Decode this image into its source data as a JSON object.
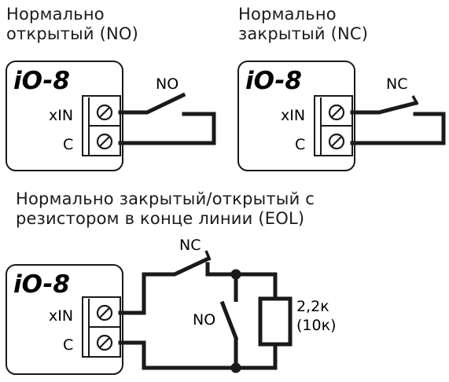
{
  "section_no": {
    "title_line1": "Нормально",
    "title_line2": "открытый (NO)",
    "model": "iO-8",
    "terminal_in": "xIN",
    "terminal_c": "C",
    "switch_label": "NO"
  },
  "section_nc": {
    "title_line1": "Нормально",
    "title_line2": "закрытый (NC)",
    "model": "iO-8",
    "terminal_in": "xIN",
    "terminal_c": "C",
    "switch_label": "NC"
  },
  "section_eol": {
    "title_line1": "Нормально закрытый/открытый с",
    "title_line2": "резистором в конце линии (EOL)",
    "model": "iO-8",
    "terminal_in": "xIN",
    "terminal_c": "C",
    "switch_nc_label": "NC",
    "switch_no_label": "NO",
    "resistor_value_line1": "2,2к",
    "resistor_value_line2": "(10к)"
  },
  "colors": {
    "line": "#1a1a1a",
    "background": "#ffffff"
  }
}
